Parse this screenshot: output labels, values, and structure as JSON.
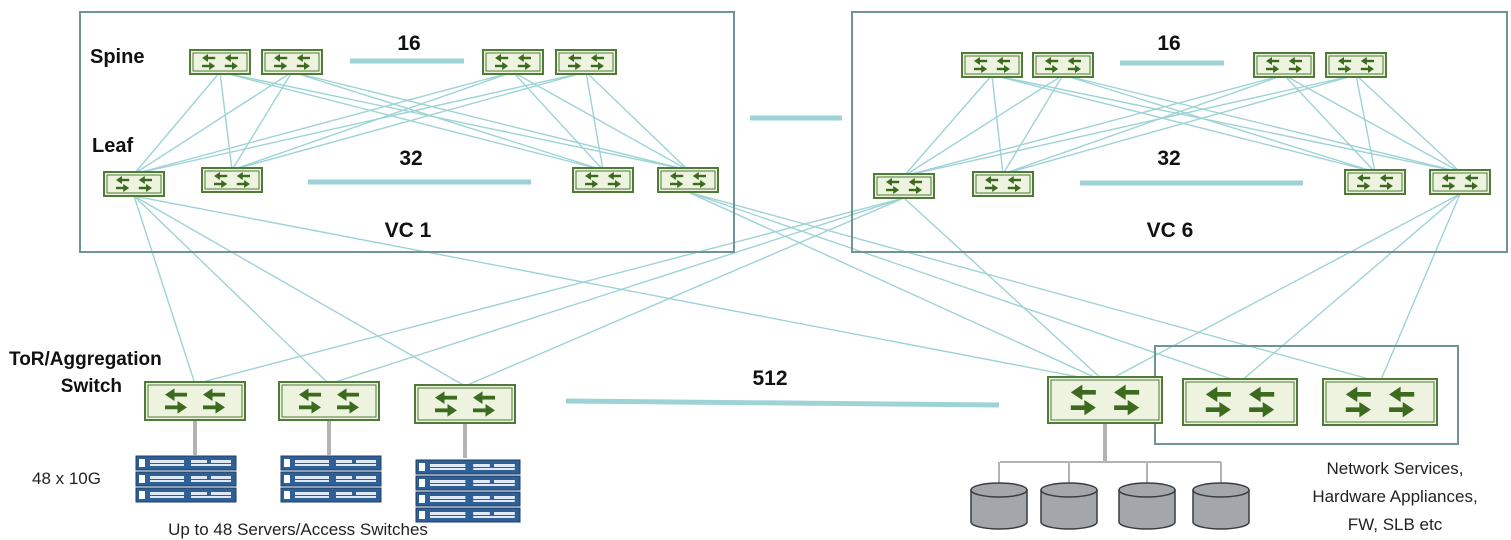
{
  "colors": {
    "link": "#9ed3d6",
    "bar": "#9ed3d6",
    "box_border": "#6e9494",
    "switch_border": "#4f7a37",
    "switch_fill": "#eef3df",
    "switch_arrow": "#3c6a1f",
    "server_fill": "#2f5f97",
    "storage_fill": "#a3a6ab",
    "storage_stroke": "#3a3d40",
    "uplink": "#b3b3b3"
  },
  "icons": {
    "switch": "switch-icon",
    "server": "server-rack-icon",
    "storage": "storage-cylinder-icon"
  },
  "vc_left": {
    "name": "VC 1",
    "spine_label": "Spine",
    "leaf_label": "Leaf",
    "spine_count": "16",
    "leaf_count": "32"
  },
  "vc_right": {
    "name": "VC 6",
    "spine_count": "16",
    "leaf_count": "32"
  },
  "access": {
    "tor_label_line1": "ToR/Aggregation",
    "tor_label_line2": "Switch",
    "tor_count": "512",
    "port_label": "48 x 10G",
    "servers_caption": "Up to 48 Servers/Access Switches"
  },
  "services": {
    "line1": "Network Services,",
    "line2": "Hardware Appliances,",
    "line3": "FW, SLB etc"
  }
}
